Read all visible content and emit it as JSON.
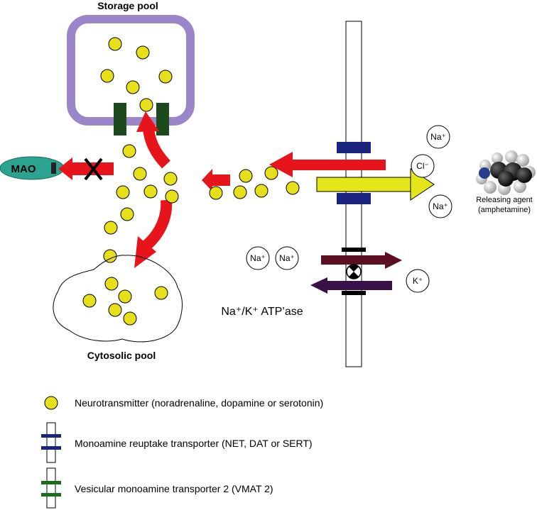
{
  "labels": {
    "storage_pool": "Storage pool",
    "cytosolic_pool": "Cytosolic pool",
    "mao": "MAO",
    "atpase": "Na⁺/K⁺ ATP’ase",
    "releasing_agent_line1": "Releasing agent",
    "releasing_agent_line2": "(amphetamine)"
  },
  "ions": {
    "na_top": "Na⁺",
    "cl": "Cl⁻",
    "na_mid": "Na⁺",
    "na_left_a": "Na⁺",
    "na_left_b": "Na⁺",
    "k": "K⁺"
  },
  "legend": {
    "neurotransmitter": "Neurotransmitter (noradrenaline, dopamine or serotonin)",
    "reuptake_transporter": "Monoamine reuptake transporter (NET, DAT or SERT)",
    "vmat2": "Vesicular monoamine transporter 2 (VMAT 2)"
  },
  "colors": {
    "neurotransmitter": "#e5e01a",
    "red_arrow": "#e8141c",
    "yellow_arrow": "#e5e61a",
    "vesicle_border": "#9a86c8",
    "vmat": "#1c4a1c",
    "reuptake": "#1a237e",
    "mao_fill": "#2aa391",
    "atpase_arrow_right": "#5a1020",
    "atpase_arrow_left": "#3a1048"
  }
}
